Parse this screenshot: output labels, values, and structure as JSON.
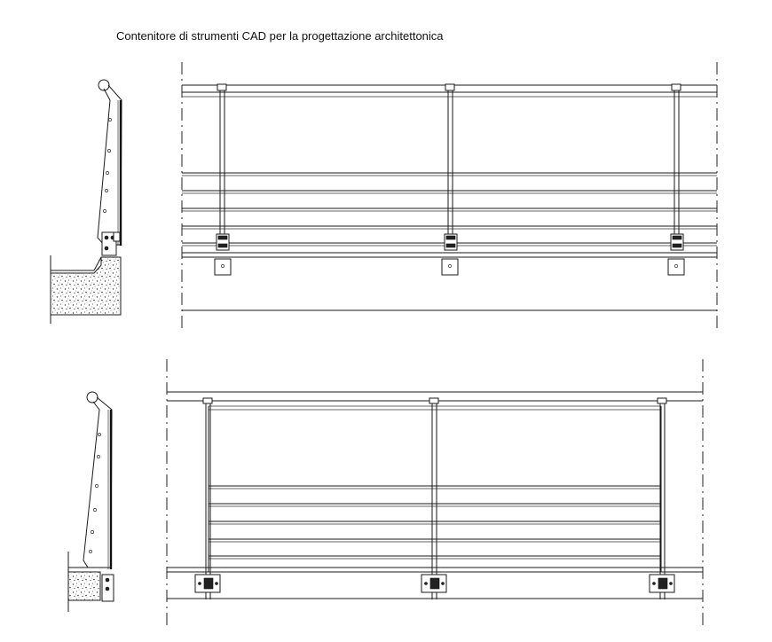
{
  "page": {
    "title": "Contenitore di strumenti CAD per la progettazione architettonica"
  },
  "drawing": {
    "views": [
      {
        "name": "section-view-top"
      },
      {
        "name": "elevation-view-top"
      },
      {
        "name": "section-view-bottom"
      },
      {
        "name": "elevation-view-bottom"
      }
    ],
    "line_color": "#1a1a1a",
    "background": "#ffffff"
  }
}
